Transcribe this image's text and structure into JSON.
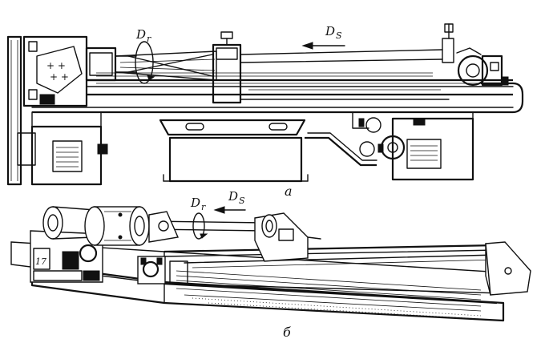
{
  "machine_a": {
    "rotation_label": "D",
    "rotation_sub": "r",
    "feed_label": "D",
    "feed_sub": "S",
    "caption": "а"
  },
  "machine_b": {
    "rotation_label": "D",
    "rotation_sub": "r",
    "feed_label": "D",
    "feed_sub": "S",
    "caption": "б"
  }
}
